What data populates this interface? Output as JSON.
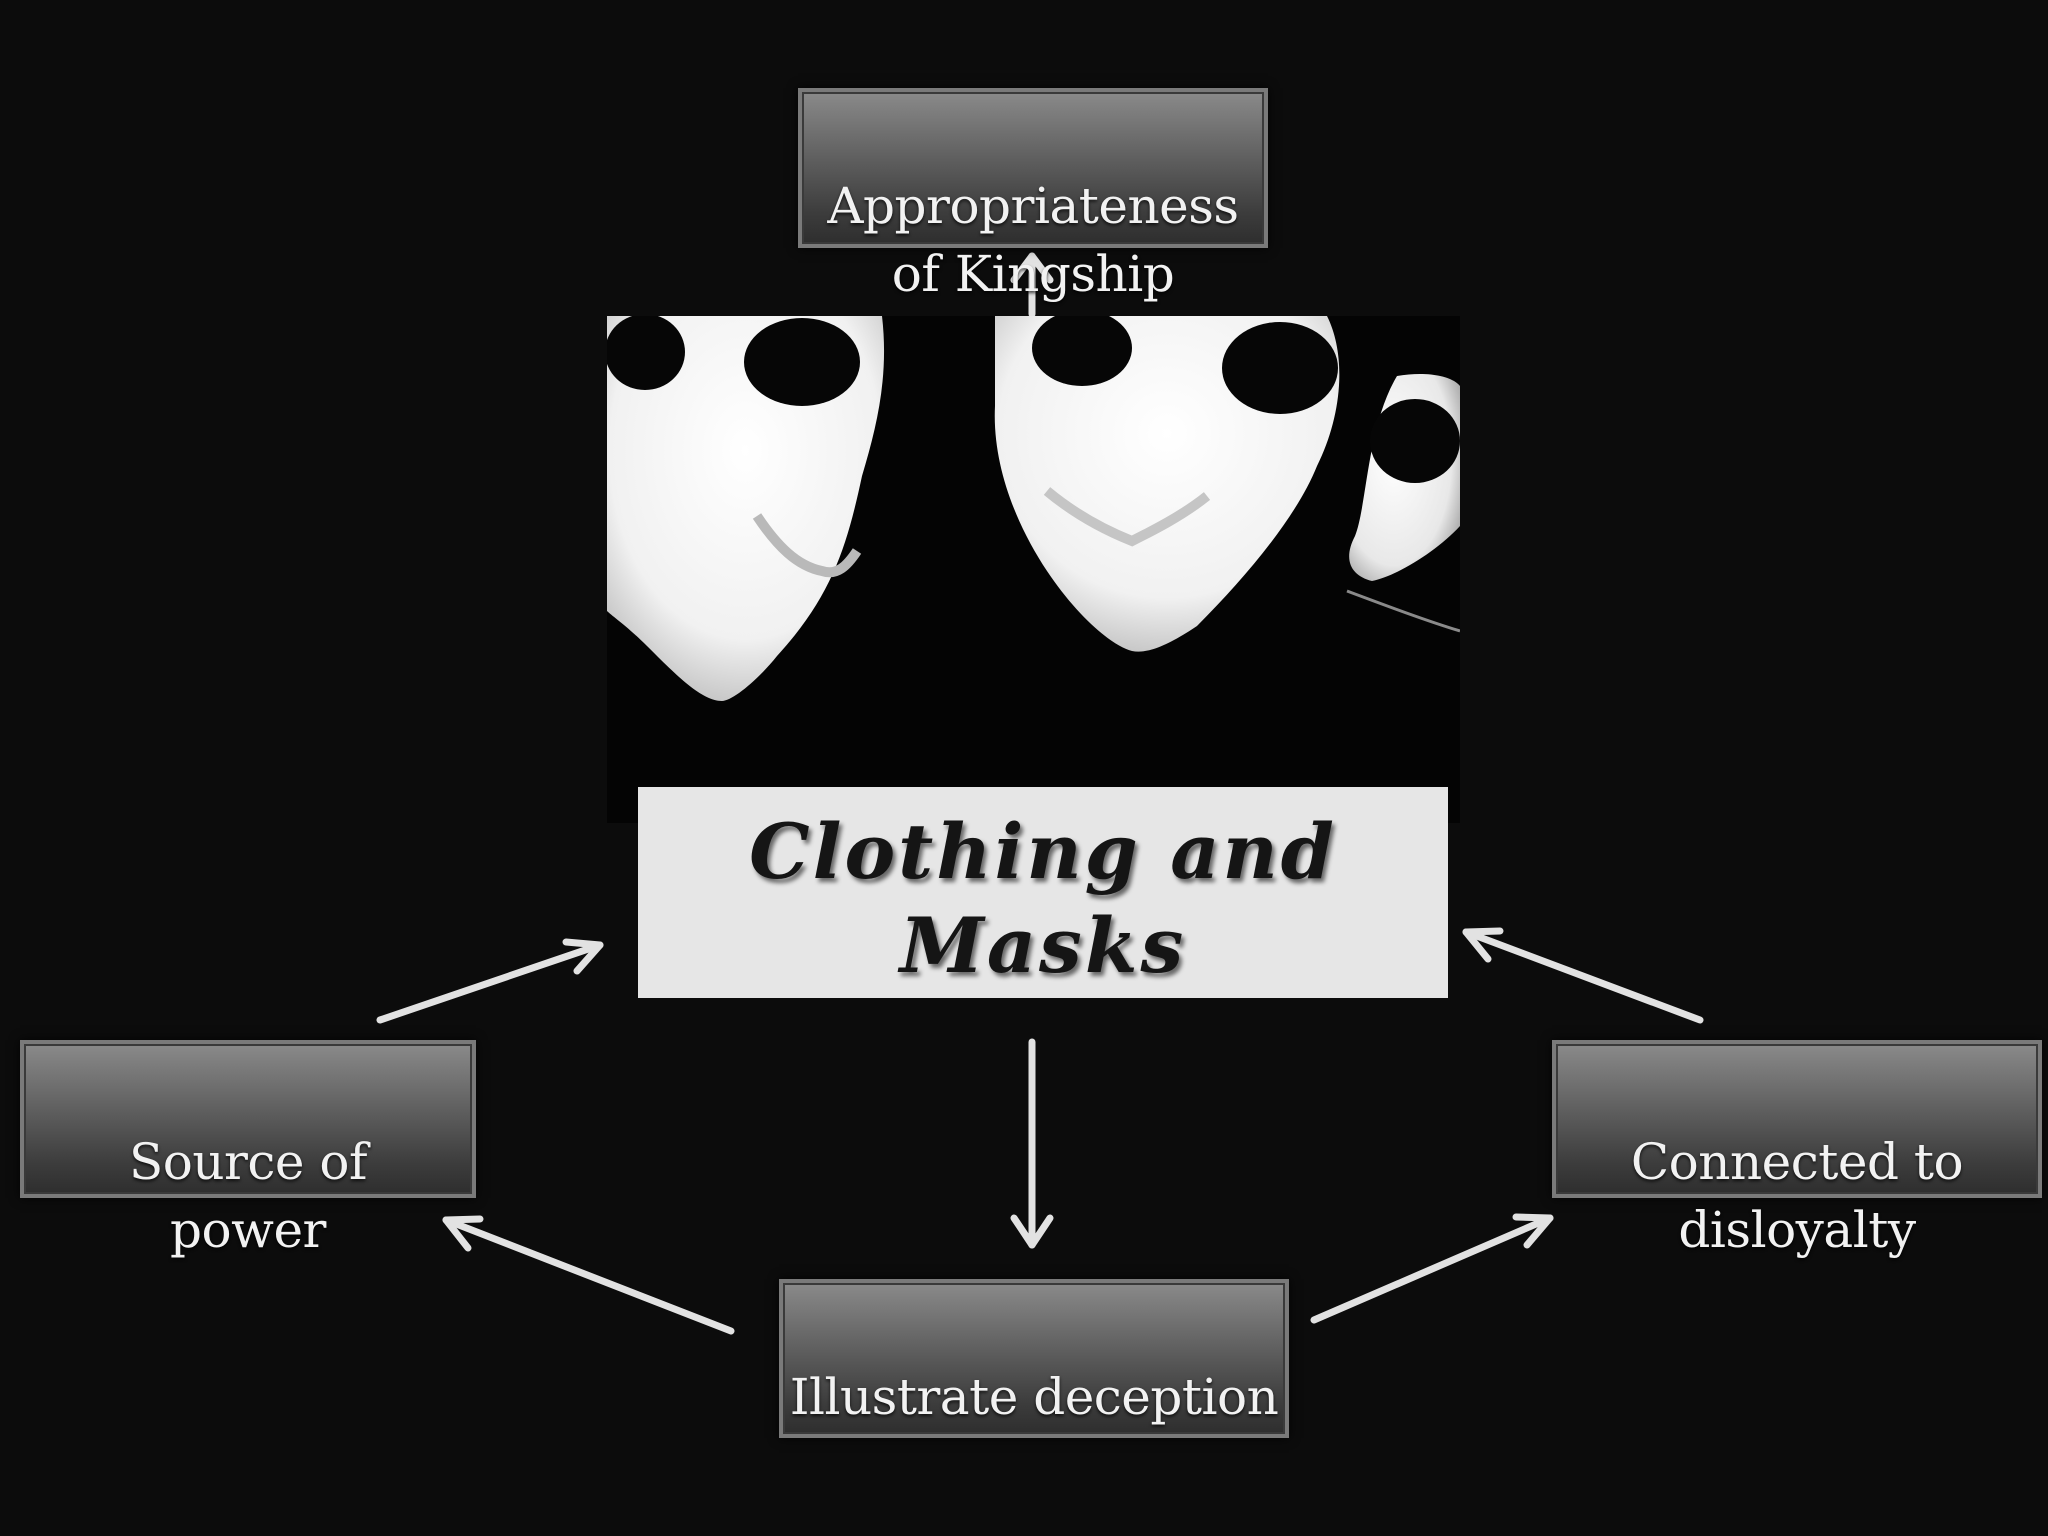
{
  "center": {
    "line1": "Clothing and",
    "line2": "Masks"
  },
  "nodes": {
    "top": "Appropriateness\nof Kingship",
    "left": "Source of\npower",
    "right": "Connected to\ndisloyalty",
    "bottom": "Illustrate deception"
  },
  "colors": {
    "background": "#0c0c0c",
    "node_fill_top": "#8a8a8a",
    "node_fill_bottom": "#2e2e2e",
    "center_box": "#e6e6e6",
    "arrow": "#e0e0e0"
  },
  "icons": {
    "photo": "white-masks-image"
  }
}
